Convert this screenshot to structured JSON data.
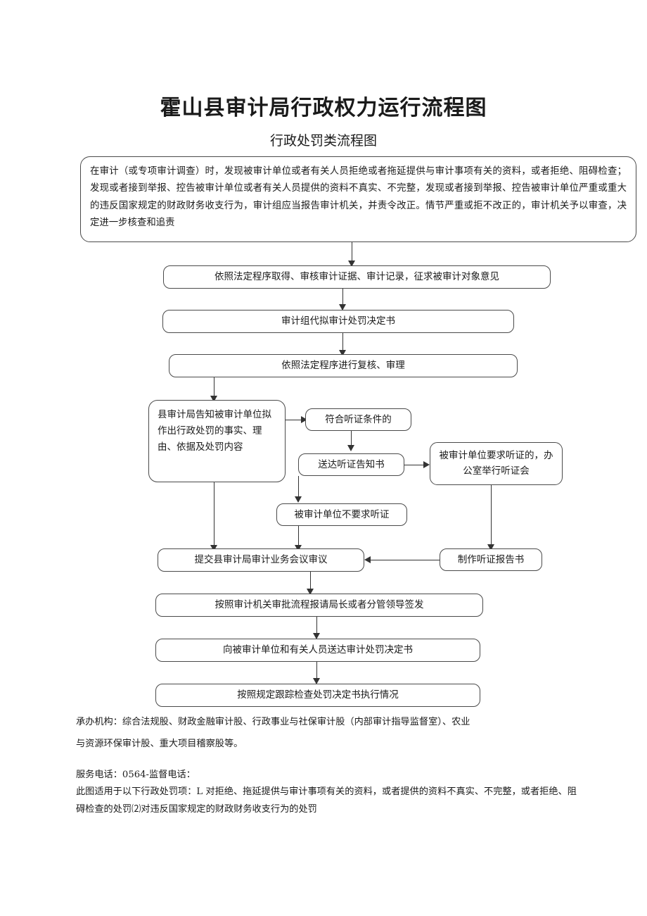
{
  "titles": {
    "main": "霍山县审计局行政权力运行流程图",
    "sub": "行政处罚类流程图"
  },
  "flow": {
    "intro": "在审计（或专项审计调查）时，发现被审计单位或者有关人员拒绝或者拖延提供与审计事项有关的资料，或者拒绝、阻碍检查；发现或者接到举报、控告被审计单位或者有关人员提供的资料不真实、不完整，发现或者接到举报、控告被审计单位严重或重大的违反国家规定的财政财务收支行为，审计组应当报告审计机关，并责令改正。情节严重或拒不改正的，审计机关予以审查，决定进一步核查和追责",
    "step2": "依照法定程序取得、审核审计证据、审计记录，征求被审计对象意见",
    "step3": "审计组代拟审计处罚决定书",
    "step4": "依照法定程序进行复核、审理",
    "notify": "县审计局告知被审计单位拟作出行政处罚的事实、理由、依据及处罚内容",
    "hearing_qualify": "符合听证条件的",
    "hearing_notice": "送达听证告知书",
    "hearing_request": "被审计单位要求听证的，办公室举行听证会",
    "hearing_waive": "被审计单位不要求听证",
    "hearing_report": "制作听证报告书",
    "meeting": "提交县审计局审计业务会议审议",
    "approval": "按照审计机关审批流程报请局长或者分管领导签发",
    "deliver": "向被审计单位和有关人员送达审计处罚决定书",
    "followup": "按照规定跟踪检查处罚决定书执行情况"
  },
  "footer": {
    "org_line1": "承办机构：综合法规股、财政金融审计股、行政事业与社保审计股（内部审计指导监督室）、农业",
    "org_line2": "与资源环保审计股、重大项目稽察股等。",
    "phone": "服务电话：0564-监督电话：",
    "applies": "此图适用于以下行政处罚项：L 对拒绝、拖延提供与审计事项有关的资料，或者提供的资料不真实、不完整，或者拒绝、阻碍检查的处罚⑵对违反国家规定的财政财务收支行为的处罚"
  },
  "colors": {
    "border": "#4a4a4a",
    "connector": "#333333",
    "text": "#1a1a1a",
    "background": "#ffffff"
  }
}
